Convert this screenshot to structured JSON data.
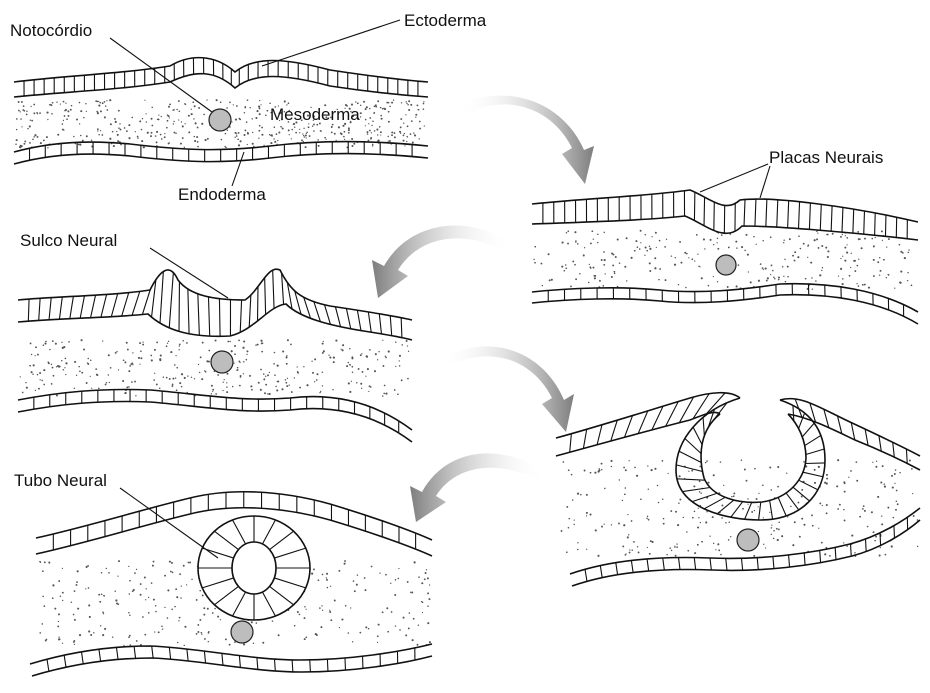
{
  "labels": {
    "notocordio": "Notocórdio",
    "ectoderma": "Ectoderma",
    "mesoderma": "Mesoderma",
    "endoderma": "Endoderma",
    "placas_neurais": "Placas Neurais",
    "sulco_neural": "Sulco Neural",
    "tubo_neural": "Tubo Neural"
  },
  "colors": {
    "line": "#111111",
    "arrow": "#8a8a8a",
    "speckle": "#555555"
  },
  "stages": [
    "placa-inicial",
    "placas-neurais",
    "sulco-neural",
    "dobras-neurais",
    "tubo-neural"
  ]
}
